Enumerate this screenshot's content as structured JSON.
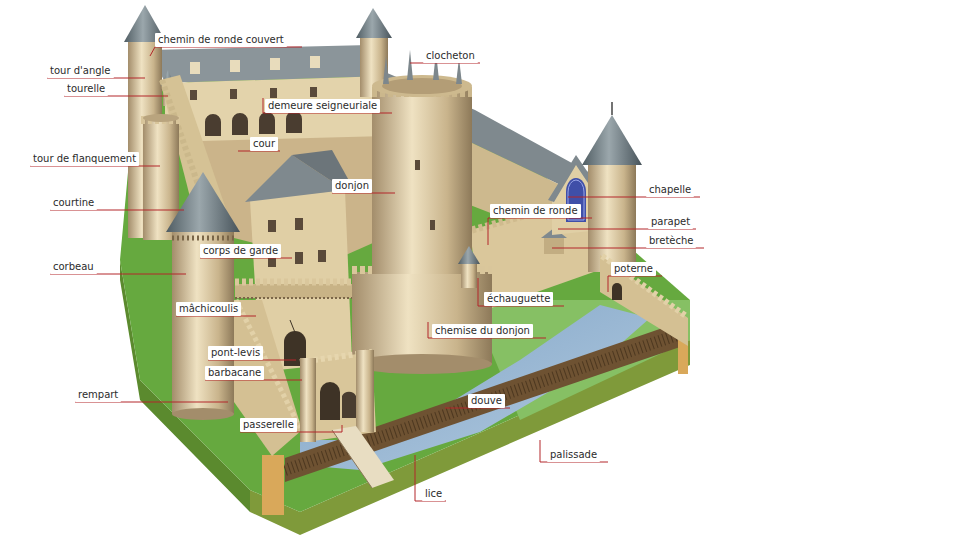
{
  "diagram": {
    "labels": [
      "chemin de ronde couvert",
      "tour d'angle",
      "tourelle",
      "demeure seigneuriale",
      "clocheton",
      "cour",
      "tour de flanquement",
      "courtine",
      "donjon",
      "chapelle",
      "chemin de ronde",
      "parapet",
      "bretèche",
      "corps de garde",
      "corbeau",
      "poterne",
      "échauguette",
      "mâchicoulis",
      "chemise du donjon",
      "pont-levis",
      "barbacane",
      "rempart",
      "douve",
      "passerelle",
      "palissade",
      "lice"
    ]
  }
}
